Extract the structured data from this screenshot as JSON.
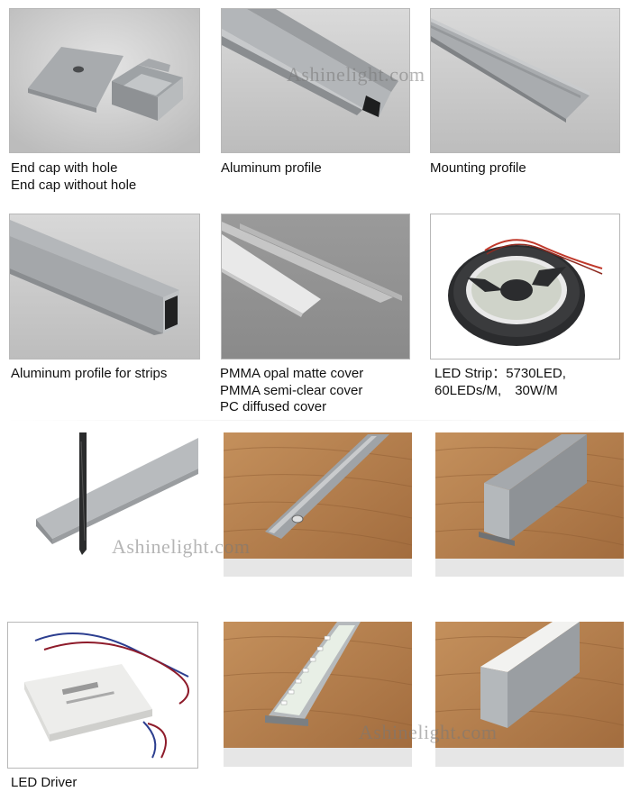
{
  "watermark": "Ashinelight.com",
  "row1": {
    "end_cap": [
      "End cap with hole",
      "End cap without hole"
    ],
    "aluminum_profile": "Aluminum profile",
    "mounting_profile": "Mounting profile"
  },
  "row2": {
    "profile_strips": "Aluminum profile for strips",
    "covers": [
      "PMMA opal matte cover",
      "PMMA semi-clear cover",
      "PC diffused cover"
    ],
    "led_strip": [
      "LED Strip：5730LED,",
      "60LEDs/M,　30W/M"
    ]
  },
  "row4": {
    "led_driver": "LED Driver"
  },
  "colors": {
    "studio_bg": "#c9c9c9",
    "aluminum": "#a9adb1",
    "wood": "#b07a4a"
  }
}
